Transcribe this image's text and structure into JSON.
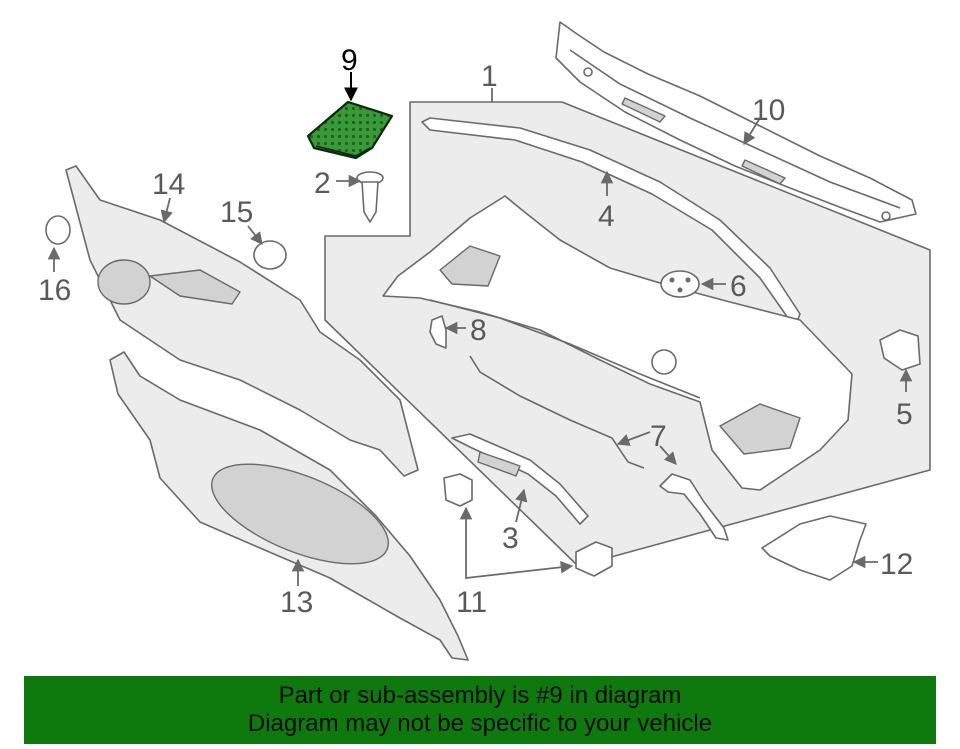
{
  "diagram": {
    "callouts": [
      "1",
      "2",
      "3",
      "4",
      "5",
      "6",
      "7",
      "8",
      "9",
      "10",
      "11",
      "12",
      "13",
      "14",
      "15",
      "16"
    ],
    "highlighted_part": "9",
    "colors": {
      "highlight_fill": "#2e8b2e",
      "banner_background": "#0e7a0e",
      "line": "#6a6a6a",
      "panel_fill": "#ececec"
    }
  },
  "banner": {
    "line1": "Part or sub-assembly is #9 in diagram",
    "line2": "Diagram may not be specific to your vehicle"
  }
}
